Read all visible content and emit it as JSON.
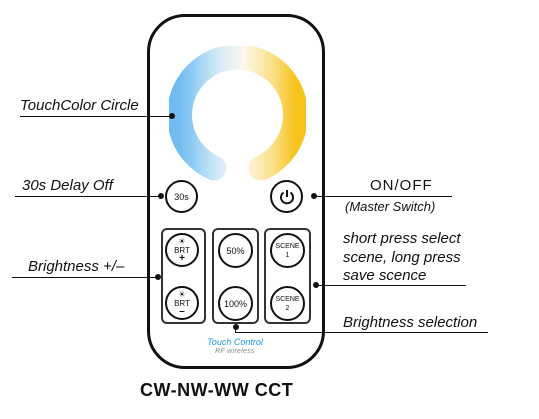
{
  "annotations": {
    "touch_color_circle": "TouchColor Circle",
    "delay_off": "30s Delay Off",
    "brightness_pm": "Brightness +/–",
    "on_off": "ON/OFF",
    "master_switch": "(Master Switch)",
    "scene_line1": "short press select",
    "scene_line2": "scene, long press",
    "scene_line3": "save scence",
    "brightness_selection": "Brightness selection"
  },
  "remote": {
    "delay_button": "30s",
    "brt_label": "BRT",
    "brightness_50": "50%",
    "brightness_100": "100%",
    "scene1_label": "SCENE",
    "scene1_num": "1",
    "scene2_label": "SCENE",
    "scene2_num": "2",
    "touch_control": "Touch Control",
    "rf_wireless": "RF wireless"
  },
  "product_title": "CW-NW-WW CCT",
  "colors": {
    "ring_cool": "#7fc3ef",
    "ring_neutral": "#f4f4f0",
    "ring_warm": "#f7c92a",
    "touch_control_text": "#1a9be0"
  },
  "icons": [
    "power-icon",
    "sun-icon",
    "plus-icon",
    "minus-icon"
  ]
}
